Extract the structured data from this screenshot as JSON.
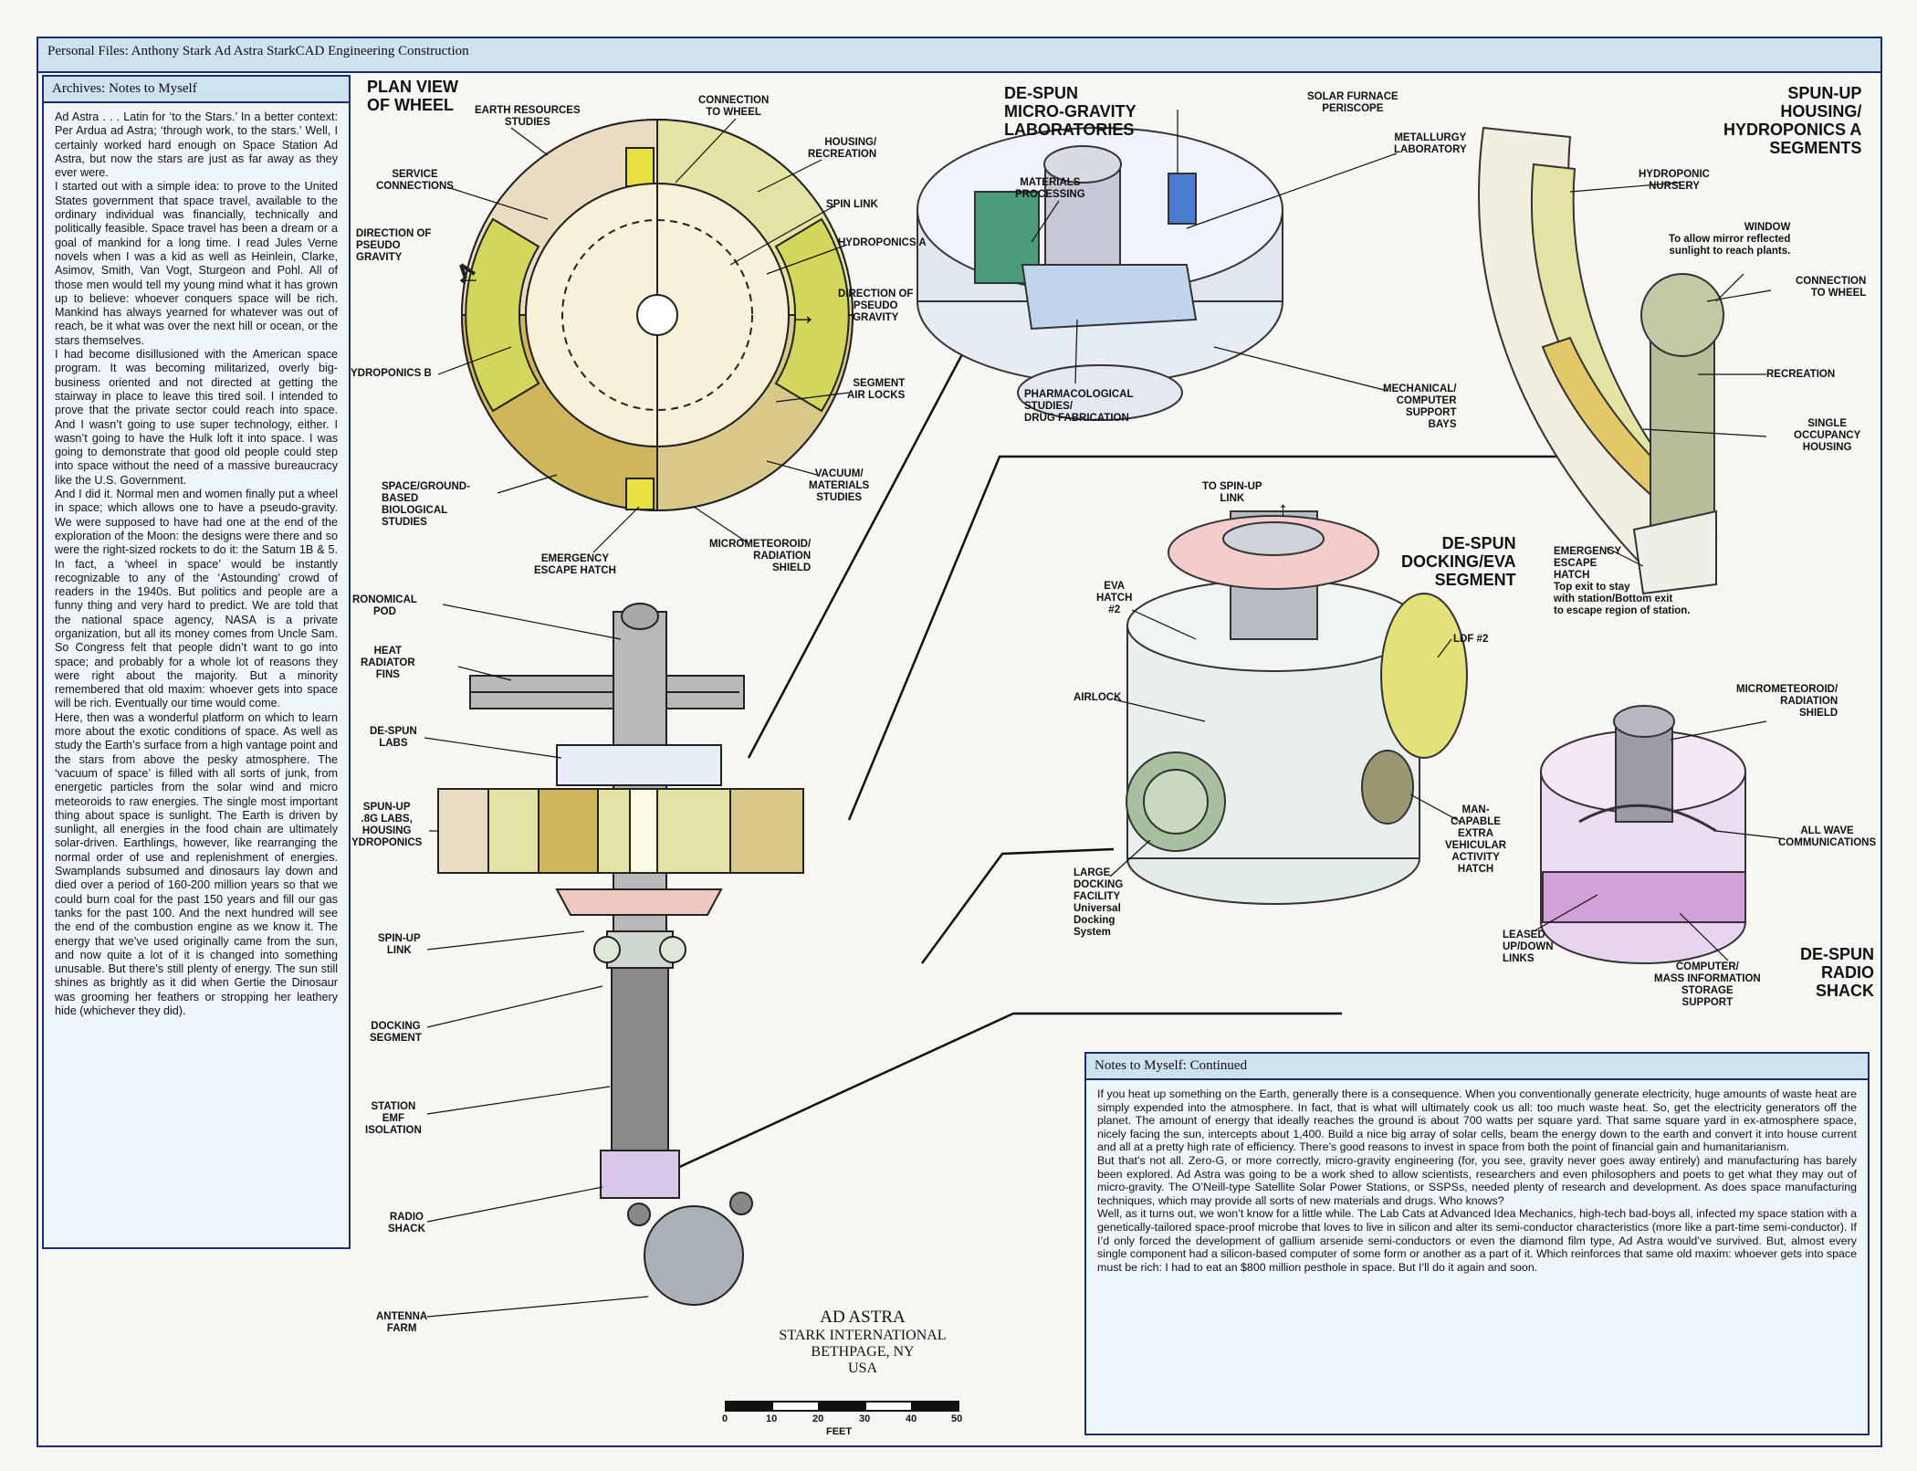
{
  "header": {
    "title": "Personal Files: Anthony Stark  Ad Astra  StarkCAD Engineering Construction"
  },
  "archives": {
    "title": "Archives: Notes to Myself",
    "paragraphs": [
      "Ad Astra . . . Latin for ‘to the Stars.’ In a better context: Per Ardua ad Astra; ‘through work, to the stars.’ Well, I certainly worked hard enough on Space Station Ad Astra, but now the stars are just as far away as they ever were.",
      "I started out with a simple idea: to prove to the United States government that space travel, available to the ordinary individual was financially, technically and politically feasible. Space travel has been a dream or a goal of mankind for a long time. I read Jules Verne novels when I was a kid as well as Heinlein, Clarke, Asimov, Smith, Van Vogt, Sturgeon and Pohl. All of those men would tell my young mind what it has grown up to believe: whoever conquers space will be rich. Mankind has always yearned for whatever was out of reach, be it what was over the next hill or ocean, or the stars themselves.",
      "I had become disillusioned with the American space program. It was becoming militarized, overly big-business oriented and not directed at getting the stairway in place to leave this tired soil. I intended to prove that the private sector could reach into space. And I wasn’t going to use super technology, either. I wasn’t going to have the Hulk loft it into space. I was going to demonstrate that good old people could step into space without the need of a massive bureaucracy like the U.S. Government.",
      "And I did it. Normal men and women finally put a wheel in space; which allows one to have a pseudo-gravity. We were supposed to have had one at the end of the exploration of the Moon: the designs were there and so were the right-sized rockets to do it: the Saturn 1B & 5. In fact, a ‘wheel in space’ would be instantly recognizable to any of the ‘Astounding’ crowd of readers in the 1940s. But politics and people are a funny thing and very hard to predict. We are told that the national space agency, NASA is a private organization, but all its money comes from Uncle Sam. So Congress felt that people didn’t want to go into space; and probably for a whole lot of reasons they were right about the majority. But a minority remembered that old maxim: whoever gets into space will be rich.  Eventually our time would come.",
      "Here, then was a wonderful platform on which to learn more about the exotic conditions of space. As well as study the Earth’s surface from a high vantage point and the stars from above the pesky atmosphere. The ‘vacuum of space’ is filled with all sorts of junk, from energetic particles from the solar wind and micro meteoroids to raw energies. The single most important thing about space is sunlight. The Earth is driven by sunlight, all energies in the food chain are ultimately solar-driven. Earthlings, however, like rearranging the normal order of use and replenishment of energies. Swamplands subsumed and dinosaurs lay down and died over a period of 160-200 million years so that we could burn coal for the past 150 years and fill our gas tanks for the past 100. And the next hundred will see the end of the combustion engine as we know it. The energy that we’ve used originally came from the sun, and now quite a lot of it is changed into something unusable. But there’s still plenty of energy. The sun still shines as brightly as it did when Gertie the Dinosaur was grooming her feathers or stropping her leathery hide (whichever they did)."
    ]
  },
  "continued": {
    "title": "Notes to Myself: Continued",
    "paragraphs": [
      "If you heat up something on the Earth, generally there is a consequence. When you conventionally generate electricity, huge amounts of waste heat are simply expended into the atmosphere. In fact, that is what will ultimately cook us all: too much waste heat. So, get the electricity generators off the planet. The amount of energy that ideally reaches the ground is about 700 watts per square yard. That same square yard in ex-atmosphere space, nicely facing the sun, intercepts about 1,400. Build a nice big array of solar cells, beam the energy down to the earth and convert it into house current and all at a pretty high rate of efficiency. There’s good reasons to invest in space from both the point of financial gain and humanitarianism.",
      "But that’s not all. Zero-G, or more correctly, micro-gravity engineering (for, you see, gravity never goes away entirely) and manufacturing has barely been explored. Ad Astra was going to be a work shed to allow scientists, researchers and even philosophers and poets to get what they may out of micro-gravity. The O’Neill-type Satellite Solar Power Stations, or SSPSs, needed plenty of research and development. As does space manufacturing techniques, which may provide all sorts of new materials and drugs. Who knows?",
      "Well, as it turns out, we won’t know for a little while. The Lab Cats at Advanced Idea Mechanics, high-tech bad-boys all, infected my space station with a genetically-tailored space-proof microbe that loves to live in silicon and alter its semi-conductor characteristics (more like a part-time semi-conductor). If I’d only forced the development of gallium arsenide semi-conductors or even the diamond film type, Ad Astra would’ve survived. But, almost every single component had a silicon-based computer of some form or another as a part of it. Which reinforces that same old maxim: whoever gets into space must be rich: I had to eat an $800 million pesthole in space. But I’ll do it again and soon."
    ]
  },
  "plan_view": {
    "title": "PLAN VIEW\nOF WHEEL",
    "labels": {
      "earth": "EARTH RESOURCES\nSTUDIES",
      "connection": "CONNECTION\nTO WHEEL",
      "housing": "HOUSING/\nRECREATION",
      "service": "SERVICE\nCONNECTIONS",
      "spin_link": "SPIN LINK",
      "direction_left": "DIRECTION OF\nPSEUDO\nGRAVITY",
      "hydro_a": "HYDROPONICS A",
      "direction_right": "DIRECTION OF\nPSEUDO\nGRAVITY",
      "hydro_b": "YDROPONICS B",
      "segment_air": "SEGMENT\nAIR LOCKS",
      "space_ground": "SPACE/GROUND-\nBASED\nBIOLOGICAL\nSTUDIES",
      "vacuum": "VACUUM/\nMATERIALS\nSTUDIES",
      "emergency": "EMERGENCY\nESCAPE HATCH",
      "micrometeoroid": "MICROMETEOROID/\nRADIATION\nSHIELD"
    }
  },
  "station": {
    "labels": {
      "astro_pod": "RONOMICAL\nPOD",
      "heat": "HEAT\nRADIATOR\nFINS",
      "despun_labs": "DE-SPUN\nLABS",
      "spunup": "SPUN-UP\n.8G LABS,\nHOUSING\nYDROPONICS",
      "spinup_link": "SPIN-UP\nLINK",
      "docking": "DOCKING\nSEGMENT",
      "emf": "STATION\nEMF\nISOLATION",
      "radio": "RADIO\nSHACK",
      "antenna": "ANTENNA\nFARM"
    }
  },
  "micro_gravity": {
    "title": "DE-SPUN\nMICRO-GRAVITY\nLABORATORIES",
    "labels": {
      "solar_furnace": "SOLAR FURNACE\nPERISCOPE",
      "metallurgy": "METALLURGY\nLABORATORY",
      "materials": "MATERIALS\nPROCESSING",
      "pharma": "PHARMACOLOGICAL\nSTUDIES/\nDRUG FABRICATION",
      "mechanical": "MECHANICAL/\nCOMPUTER\nSUPPORT\nBAYS"
    }
  },
  "spun_up": {
    "title": "SPUN-UP\nHOUSING/\nHYDROPONICS A\nSEGMENTS",
    "labels": {
      "nursery": "HYDROPONIC\nNURSERY",
      "window": "WINDOW\nTo allow mirror reflected\nsunlight to reach plants.",
      "connection": "CONNECTION\nTO WHEEL",
      "recreation": "RECREATION",
      "single": "SINGLE\nOCCUPANCY\nHOUSING",
      "hatch": "EMERGENCY\nESCAPE\nHATCH\nTop exit to stay\nwith station/Bottom exit\nto escape region of station."
    }
  },
  "docking": {
    "title": "DE-SPUN\nDOCKING/EVA\nSEGMENT",
    "labels": {
      "to_spinup": "TO SPIN-UP\nLINK",
      "eva": "EVA\nHATCH\n#2",
      "ldf": "LDF #2",
      "airlock": "AIRLOCK",
      "man_capable": "MAN-\nCAPABLE\nEXTRA\nVEHICULAR\nACTIVITY\nHATCH",
      "large": "LARGE\nDOCKING\nFACILITY\nUniversal\nDocking\nSystem"
    }
  },
  "radio_shack": {
    "title": "DE-SPUN\nRADIO\nSHACK",
    "labels": {
      "micro": "MICROMETEOROID/\nRADIATION\nSHIELD",
      "all_wave": "ALL WAVE\nCOMMUNICATIONS",
      "leased": "LEASED\nUP/DOWN\nLINKS",
      "computer": "COMPUTER/\nMASS INFORMATION\nSTORAGE\nSUPPORT"
    }
  },
  "imprint": {
    "name": "AD ASTRA",
    "org": "STARK INTERNATIONAL",
    "city": "BETHPAGE, NY",
    "country": "USA",
    "scale_ticks": [
      "0",
      "10",
      "20",
      "30",
      "40",
      "50"
    ],
    "scale_unit": "FEET"
  },
  "colors": {
    "border": "#1a2f66",
    "panel": "#eef5fb",
    "header": "#cfe2f0",
    "olive": "#c8c85a",
    "yellow": "#e8e040",
    "tan": "#e8d9b0"
  }
}
